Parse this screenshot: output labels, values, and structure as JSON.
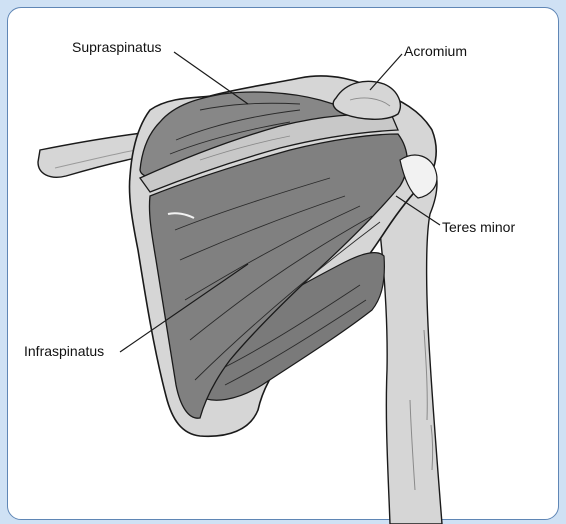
{
  "labels": {
    "supraspinatus": "Supraspinatus",
    "acromium": "Acromium",
    "teres_minor": "Teres minor",
    "infraspinatus": "Infraspinatus"
  },
  "colors": {
    "background": "#cfe1f4",
    "panel": "#ffffff",
    "panel_border": "#5f86b5",
    "bone": "#d6d6d6",
    "bone_shadow": "#bdbdbd",
    "muscle": "#808080",
    "muscle_dark": "#6b6b6b",
    "outline": "#1a1a1a"
  }
}
